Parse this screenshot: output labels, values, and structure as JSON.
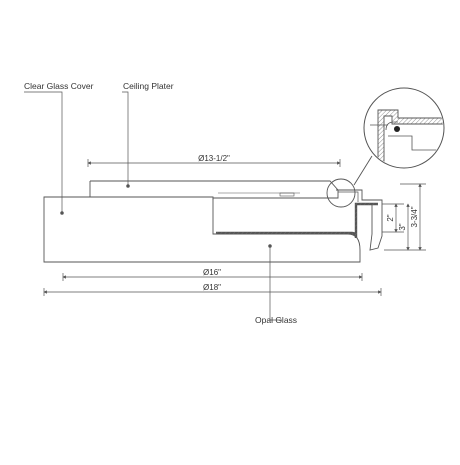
{
  "callouts": {
    "clear_glass_cover": "Clear Glass Cover",
    "ceiling_plater": "Ceiling Plater",
    "opal_glass": "Opal Glass"
  },
  "dimensions": {
    "plater_diameter": "Ø13-1/2\"",
    "opal_diameter": "Ø16\"",
    "cover_diameter": "Ø18\"",
    "height_2": "2\"",
    "height_3": "3\"",
    "height_3_3_4": "3-3/4\""
  },
  "colors": {
    "line": "#555555",
    "text": "#333333",
    "hatch": "#777777"
  }
}
